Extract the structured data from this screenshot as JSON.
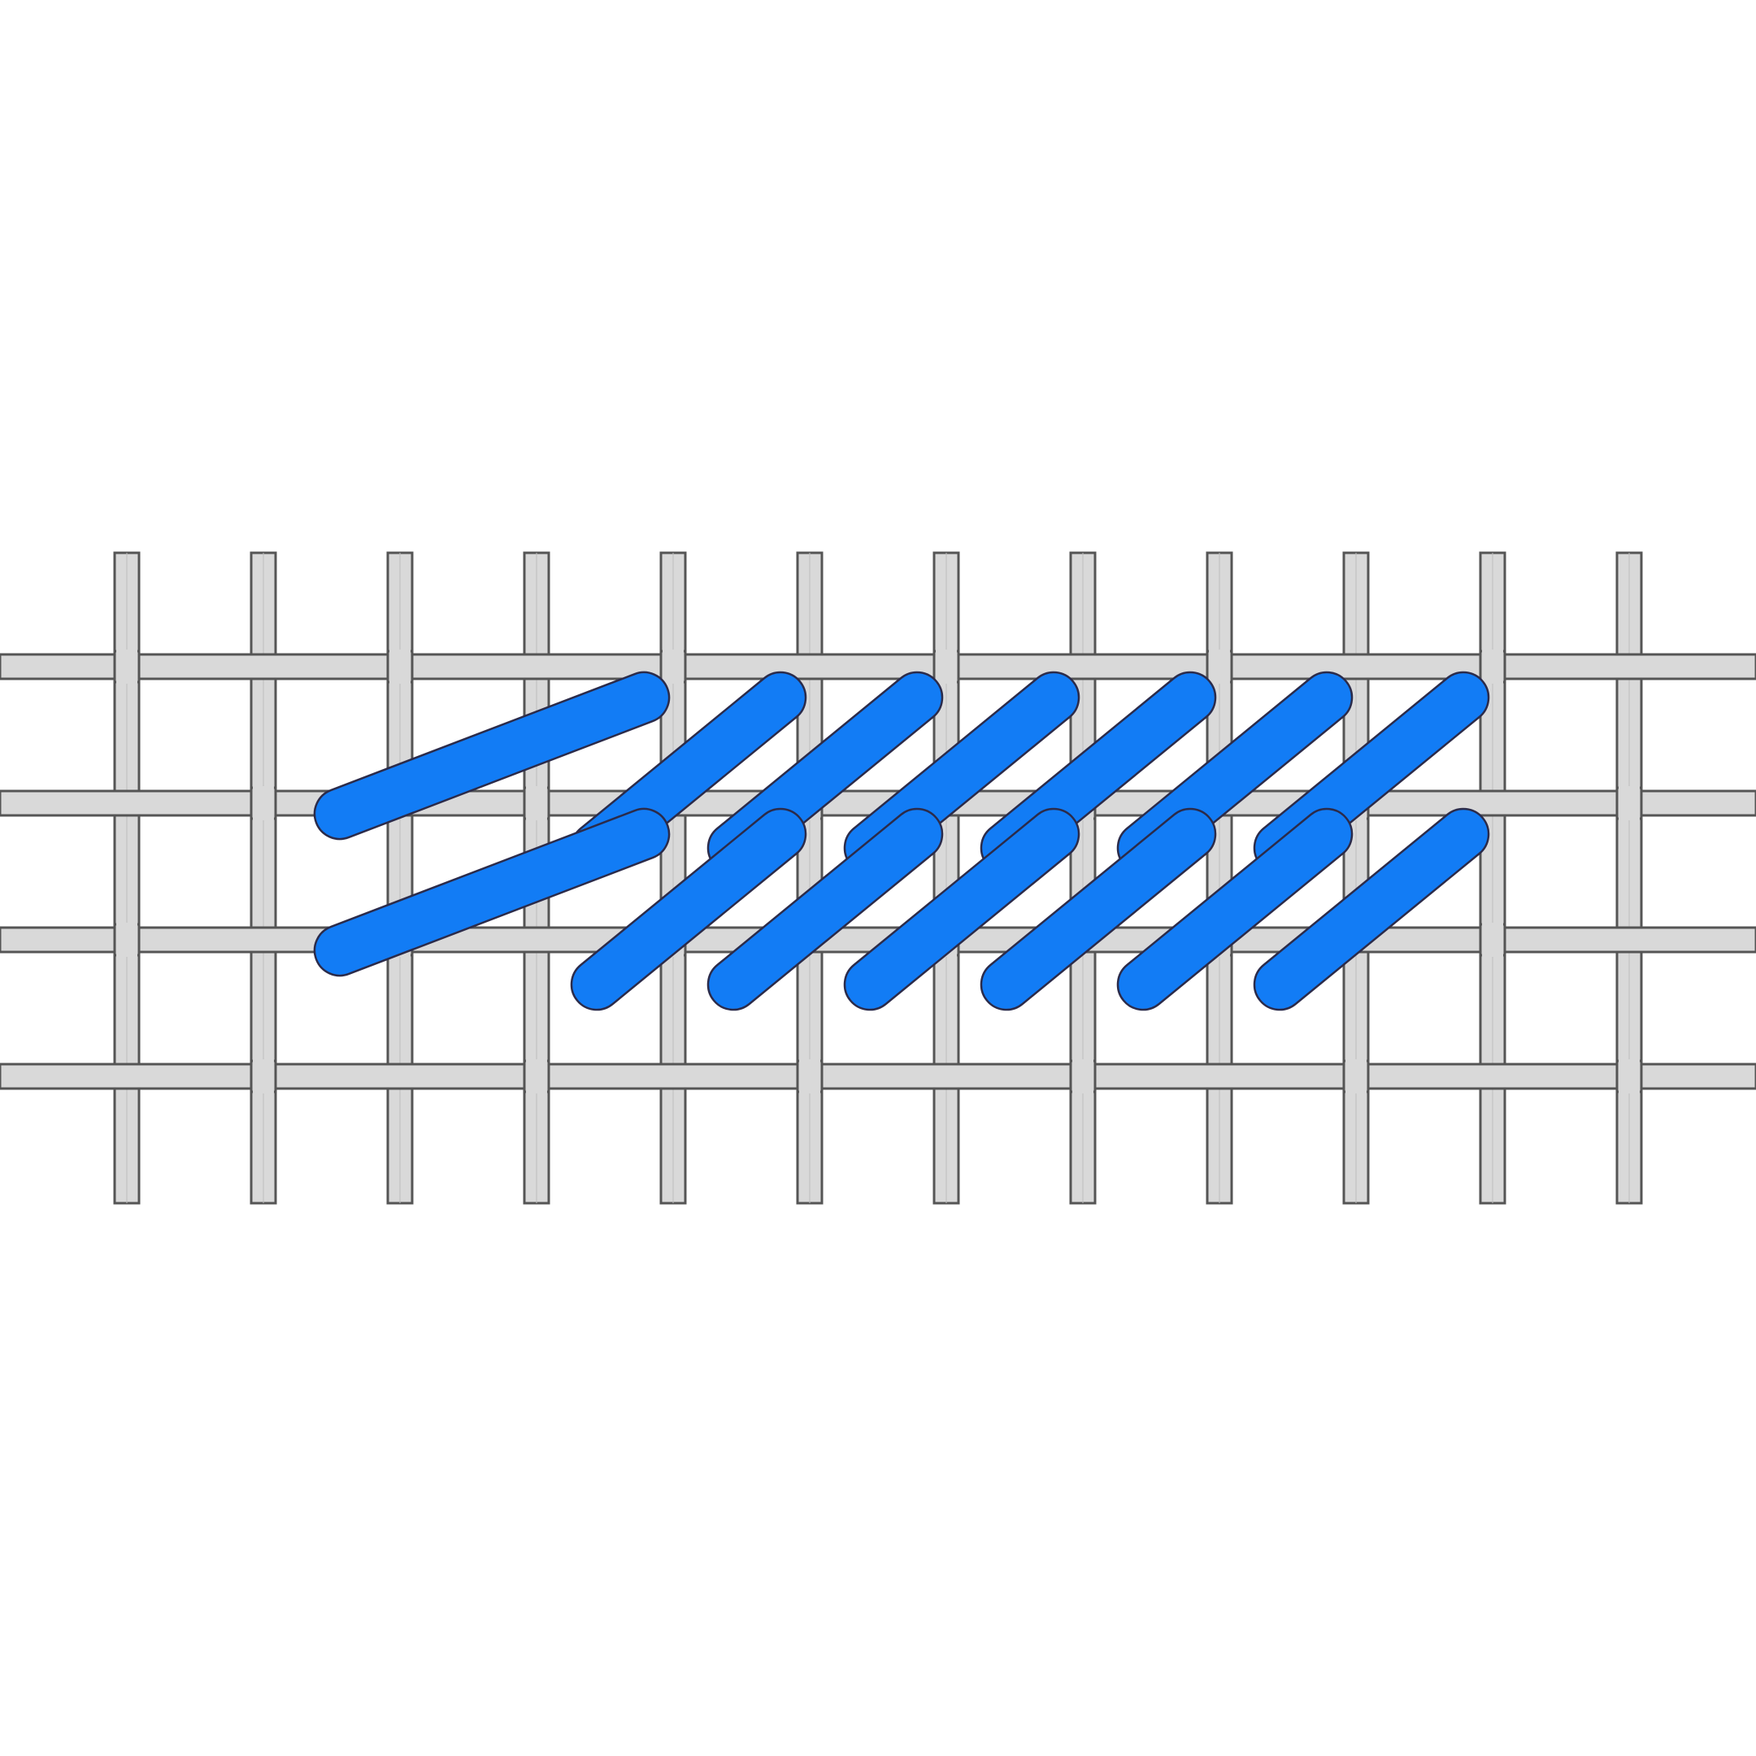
{
  "diagram": {
    "subject": "canvas-stitch",
    "canvas": {
      "vertical_threads": 12,
      "horizontal_threads": 4,
      "thread_fill": "#d9d9d9",
      "thread_outline": "#555555",
      "background": "#ffffff"
    },
    "stitches": {
      "rows": 2,
      "stitches_per_row": 7,
      "first_row_first_stitch_spans_threads": 2,
      "other_stitches_span_threads": 2,
      "fill": "#127cf5",
      "outline": "#2b2b4a"
    }
  }
}
